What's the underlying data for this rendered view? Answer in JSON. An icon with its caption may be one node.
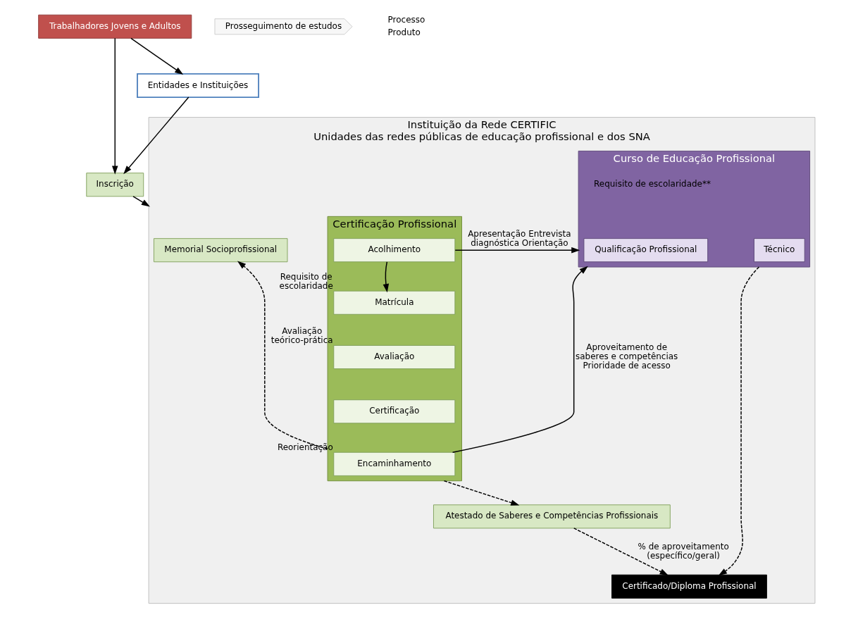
{
  "diagram": {
    "nodes": [
      {
        "text": [
          "Trabalhadores Jovens e Adultos"
        ]
      },
      {
        "text": [
          "Prosseguimento de estudos"
        ]
      },
      {
        "text": [
          "Inscrição"
        ]
      },
      {
        "text": [
          "Entidades e Instituições"
        ]
      },
      {
        "text": [
          "Instituição da Rede CERTIFIC",
          "Unidades das redes públicas de educação profissional e dos SNA"
        ]
      },
      {
        "text": [
          "Certificação Profissional"
        ],
        "in": 4
      },
      {
        "text": [
          "Acolhimento"
        ],
        "in": 5
      },
      {
        "text": [
          "Matrícula"
        ],
        "in": 5,
        "beside": [
          "Requisito de escolaridade"
        ]
      },
      {
        "text": [
          "Avaliação"
        ],
        "in": 5,
        "beside": [
          "Avaliação teórico-prática"
        ]
      },
      {
        "text": [
          "Certificação"
        ],
        "in": 5
      },
      {
        "text": [
          "Encaminhamento"
        ],
        "in": 5,
        "beside": [
          "Reorientação"
        ]
      },
      {
        "text": [
          "Memorial Socioprofissional"
        ],
        "in": 4
      },
      {
        "text": [
          "Curso de Educação Profissional"
        ],
        "in": 4,
        "beside": [
          "Requisito de escolaridade**"
        ]
      },
      {
        "text": [
          "Qualificação Profissional"
        ],
        "in": 12
      },
      {
        "text": [
          "Técnico"
        ],
        "in": 12
      },
      {
        "text": [
          "Atestado de Saberes e Competências Profissionais"
        ],
        "in": 4
      },
      {
        "text": [
          "Certificado/Diploma Profissional"
        ],
        "in": 4
      }
    ],
    "edges": [
      {
        "from": 0,
        "to": 2,
        "arrow": "to"
      },
      {
        "from": 0,
        "to": 3,
        "arrow": "to"
      },
      {
        "from": 3,
        "to": 2,
        "arrow": "to"
      },
      {
        "from": 2,
        "to": 4,
        "arrow": "to"
      },
      {
        "from": 5,
        "to": 11,
        "arrow": "to",
        "style": "dashed"
      },
      {
        "from": 6,
        "to": 7,
        "arrow": "to"
      },
      {
        "from": 6,
        "to": 12,
        "arrow": "to",
        "label": "Apresentação Entrevista diagnóstica Orientação"
      },
      {
        "from": 10,
        "to": 12,
        "arrow": "to",
        "label": "Aproveitamento de saberes e competências Prioridade de acesso"
      },
      {
        "from": 5,
        "to": 15,
        "arrow": "to",
        "style": "dashed"
      },
      {
        "from": 15,
        "to": 16,
        "arrow": "to",
        "style": "dashed",
        "label": "% de aproveitamento (específico/geral)"
      },
      {
        "from": 12,
        "to": 16,
        "arrow": "to",
        "style": "dashed"
      }
    ],
    "legend": [
      {
        "text": "Processo"
      },
      {
        "text": "Produto"
      }
    ]
  }
}
